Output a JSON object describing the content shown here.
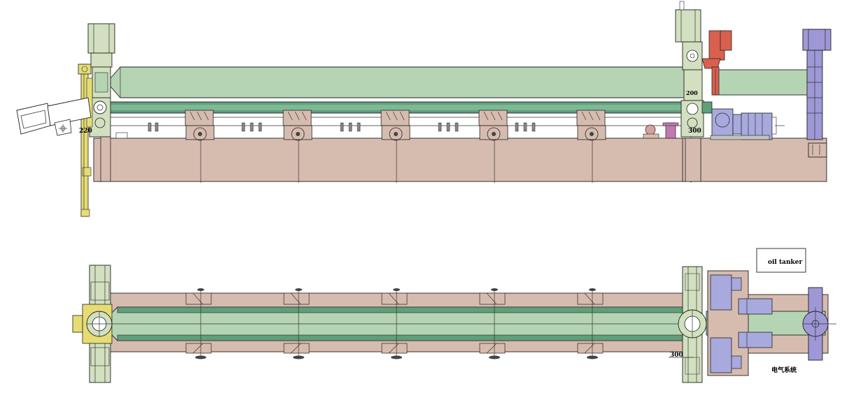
{
  "dimensions": {
    "top_left": "220",
    "top_right_upper": "200",
    "top_right_lower": "300",
    "bottom_right": "300"
  },
  "labels": {
    "oil_tank": "oil tanker",
    "electrical_system": "电气系统"
  },
  "colors": {
    "shaft_green": "#b5d4b3",
    "dark_green": "#5f9f7a",
    "base_brown": "#d6bcaf",
    "motor_blue": "#a8a9dd",
    "column_violet": "#9f98d6",
    "gear_red": "#d9604f",
    "yellow_frame": "#e5dd74",
    "gearbox_green": "#d2e0c0",
    "pink_pump": "#c07ab0",
    "outline": "#222222"
  },
  "components": {
    "support_stations": 5
  }
}
